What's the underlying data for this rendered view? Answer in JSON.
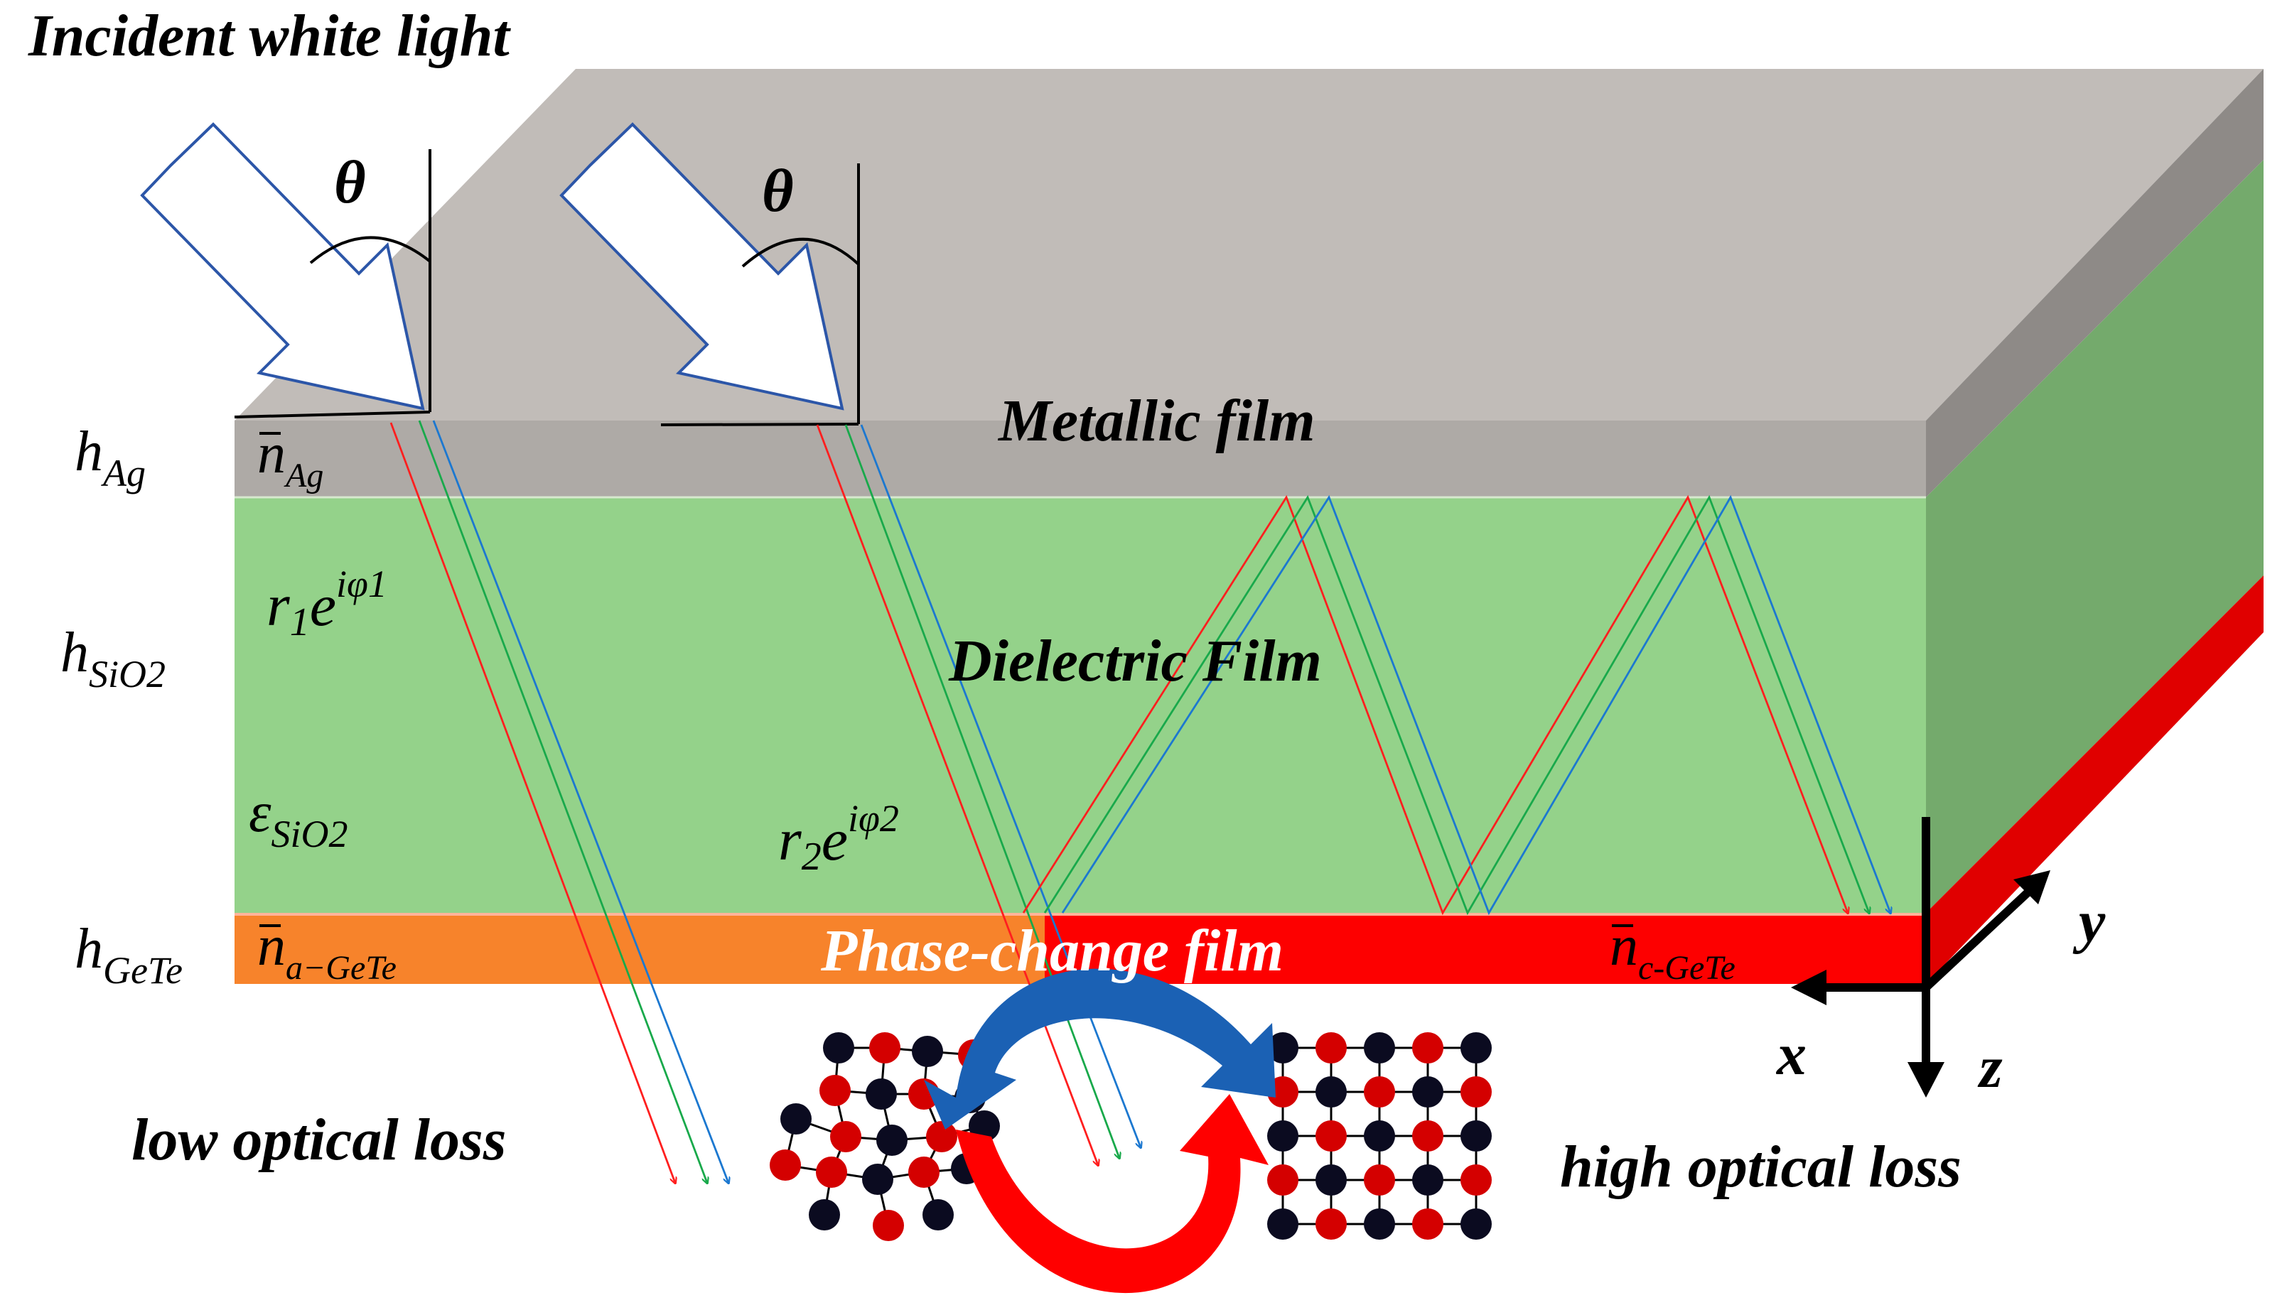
{
  "title": "Incident white light",
  "angle_symbol": "θ",
  "layers": {
    "metal": "Metallic film",
    "dielectric": "Dielectric Film",
    "phase_change": "Phase-change  film"
  },
  "thickness_labels": {
    "ag": {
      "base": "h",
      "sub": "Ag"
    },
    "sio2": {
      "base": "h",
      "sub": "SiO2"
    },
    "gete": {
      "base": "h",
      "sub": "GeTe"
    }
  },
  "index_labels": {
    "ag": {
      "base": "n",
      "sub": "Ag"
    },
    "a_gete": {
      "base": "n",
      "sub": "a−GeTe"
    },
    "c_gete": {
      "base": "n",
      "sub": "c-GeTe"
    }
  },
  "reflection_labels": {
    "r1": {
      "base": "r",
      "idx": "1",
      "e": "e",
      "sup": "iφ1"
    },
    "r2": {
      "base": "r",
      "idx": "2",
      "e": "e",
      "sup": "iφ2"
    }
  },
  "permittivity": {
    "base": "ε",
    "sub": "SiO2"
  },
  "losses": {
    "low": "low optical loss",
    "high": "high optical loss"
  },
  "axes": {
    "x": "x",
    "y": "y",
    "z": "z"
  },
  "colors": {
    "metal_top": "#c1bcb8",
    "metal_front": "#aeaaa6",
    "metal_side": "#8e8a87",
    "dielectric_front": "#94d28a",
    "dielectric_side": "#74aa6c",
    "amorphous": "#f7832b",
    "crystalline": "#fd0000",
    "ray_red": "#ff1f1f",
    "ray_green": "#19a94b",
    "ray_blue": "#1c78d0",
    "atom_red": "#d40000",
    "atom_black": "#0b0b20",
    "arrow_blue": "#1b61b4",
    "arrow_red": "#ff0000"
  }
}
